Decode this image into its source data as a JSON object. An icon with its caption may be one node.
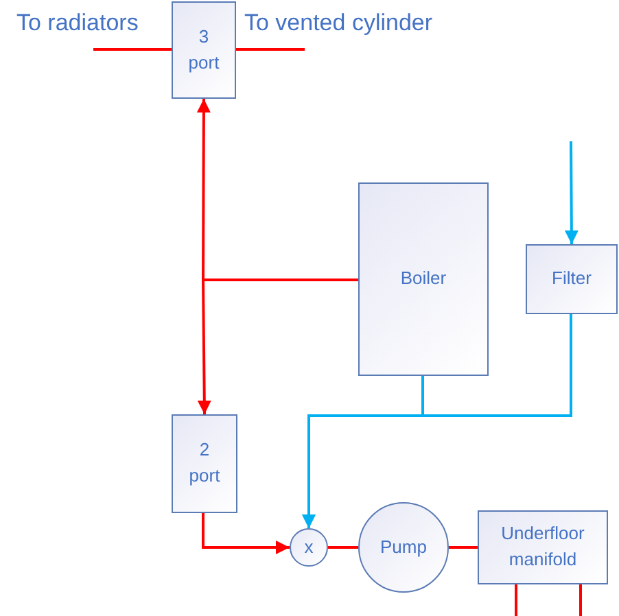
{
  "diagram": {
    "nodes": [
      {
        "text": [
          "3 port"
        ]
      },
      {
        "text": [
          "Boiler"
        ]
      },
      {
        "text": [
          "Filter"
        ]
      },
      {
        "text": [
          "2 port"
        ]
      },
      {
        "text": [
          "x"
        ]
      },
      {
        "text": [
          "Pump"
        ]
      },
      {
        "text": [
          "Underfloor manifold"
        ]
      }
    ],
    "edges": [
      {
        "from": 1,
        "to": 0,
        "arrow": "to"
      },
      {
        "from": 1,
        "to": 3,
        "arrow": "to"
      },
      {
        "from": 0,
        "to": null,
        "arrow": "none"
      },
      {
        "from": 0,
        "to": null,
        "arrow": "none"
      },
      {
        "from": null,
        "to": 2,
        "arrow": "to",
        "color": "#00b0f0"
      },
      {
        "from": 1,
        "to": 4,
        "arrow": "to",
        "color": "#00b0f0"
      },
      {
        "from": 2,
        "to": 4,
        "arrow": "to",
        "color": "#00b0f0"
      },
      {
        "from": 3,
        "to": 4,
        "arrow": "to"
      },
      {
        "from": 4,
        "to": 5,
        "arrow": "none"
      },
      {
        "from": 5,
        "to": 6,
        "arrow": "none"
      },
      {
        "from": 6,
        "to": null,
        "arrow": "none"
      },
      {
        "from": 6,
        "to": null,
        "arrow": "none"
      }
    ],
    "labels": [
      "To radiators",
      "To vented cylinder"
    ]
  }
}
